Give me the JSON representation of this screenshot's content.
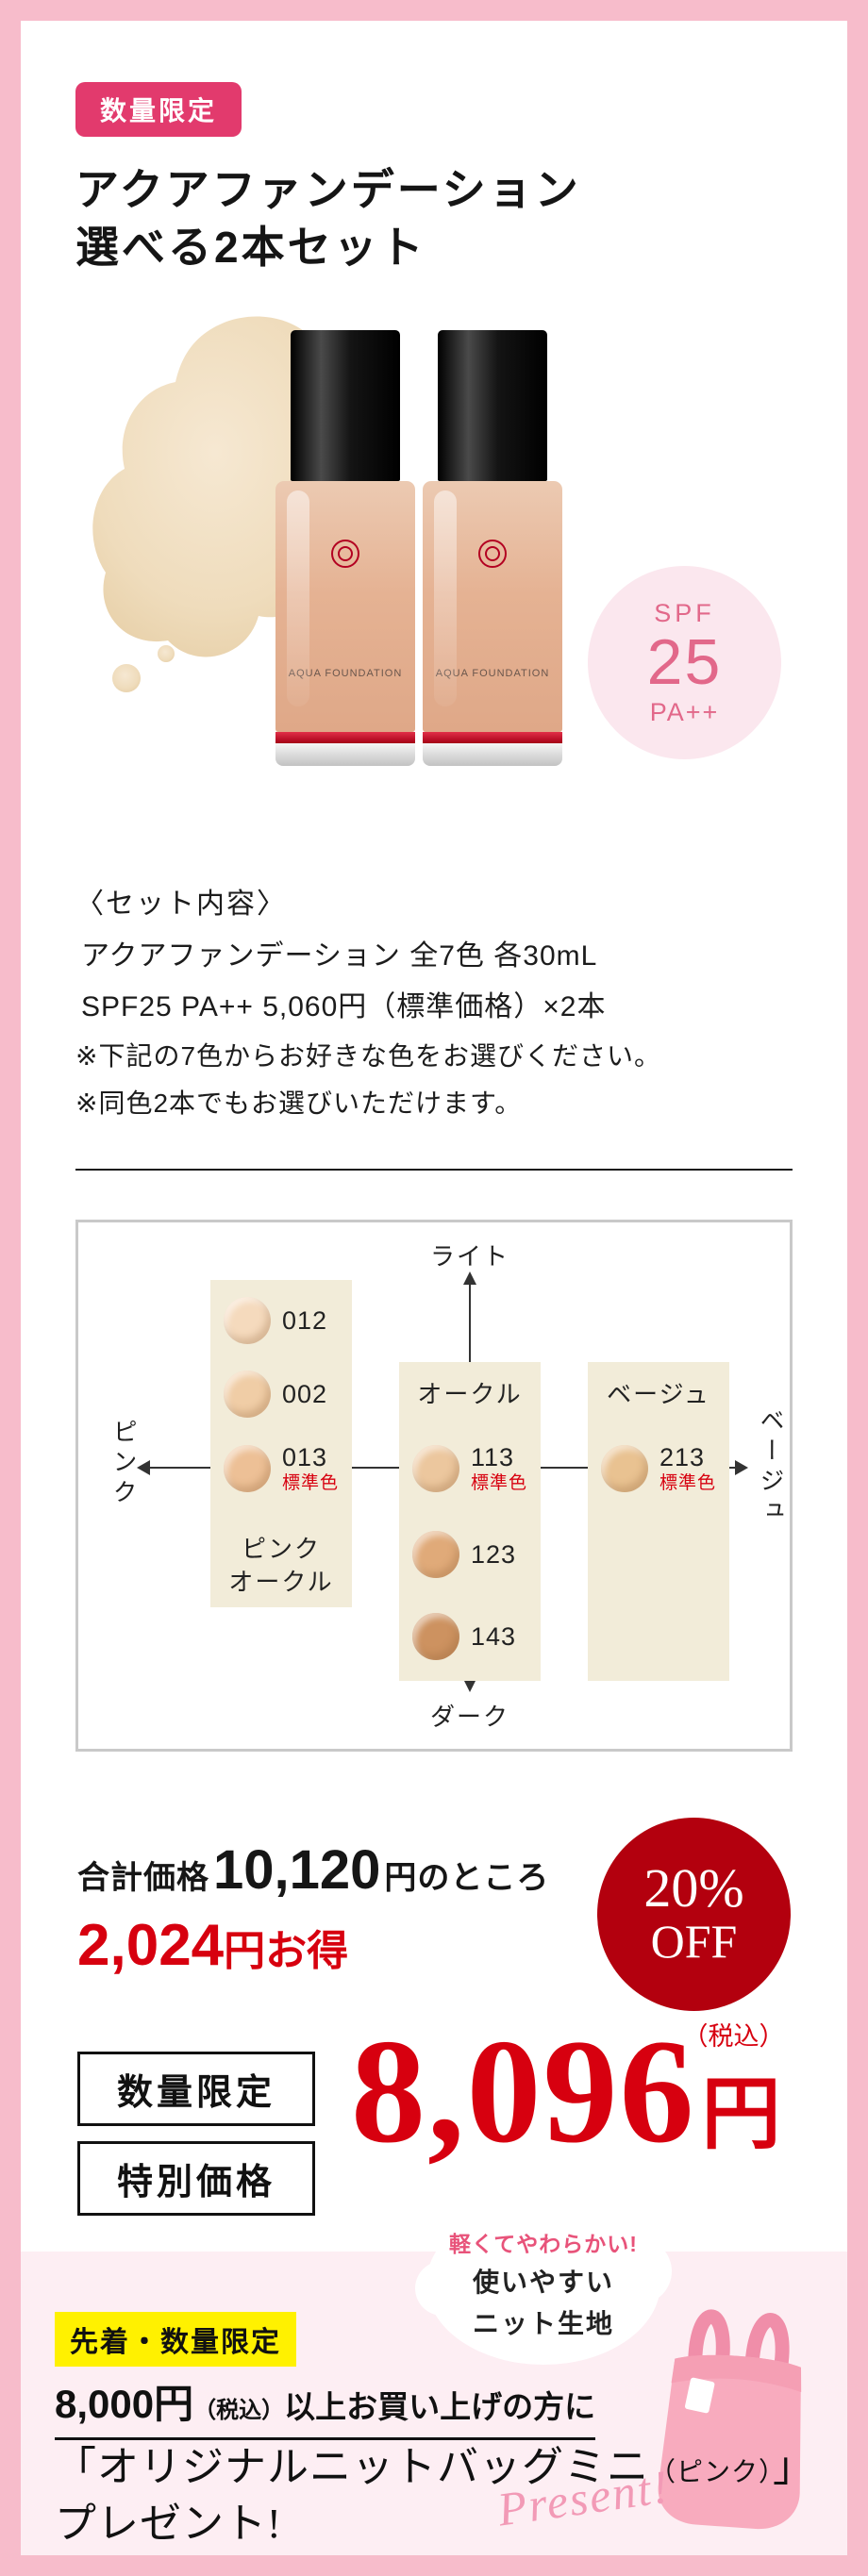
{
  "theme": {
    "frame_pink": "#f7bccb",
    "badge_pink": "#e23a6d",
    "price_red": "#d7000f",
    "discount_red": "#b3000e",
    "beige_panel": "#f2ecd9",
    "spf_circle_bg": "#fbe7ee",
    "spf_text_pink": "#e2688a",
    "gift_bg": "#fdeef3",
    "highlight_yellow": "#fff100",
    "bag_pink": "#f8abbe"
  },
  "header": {
    "limited_badge": "数量限定",
    "title_line1": "アクアファンデーション",
    "title_line2": "選べる2本セット"
  },
  "product": {
    "bottle_label": "AQUA FOUNDATION",
    "spf_top": "SPF",
    "spf_value": "25",
    "spf_pa": "PA++"
  },
  "set_contents": {
    "heading": "〈セット内容〉",
    "line1": "アクアファンデーション 全7色 各30mL",
    "line2": "SPF25 PA++ 5,060円（標準価格）×2本",
    "note1": "※下記の7色からお好きな色をお選びください。",
    "note2": "※同色2本でもお選びいただけます。"
  },
  "color_chart": {
    "axis_top": "ライト",
    "axis_bottom": "ダーク",
    "axis_left": "ピンク",
    "axis_right": "ベージュ",
    "standard_label": "標準色",
    "groups": [
      {
        "footer": "ピンク\nオークル",
        "swatches": [
          {
            "code": "012",
            "color": "#f5dabd",
            "standard": false
          },
          {
            "code": "002",
            "color": "#f0cda6",
            "standard": false
          },
          {
            "code": "013",
            "color": "#edc096",
            "standard": true
          }
        ]
      },
      {
        "header": "オークル",
        "swatches": [
          {
            "code": "113",
            "color": "#ecc79e",
            "standard": true
          },
          {
            "code": "123",
            "color": "#e0aa79",
            "standard": false
          },
          {
            "code": "143",
            "color": "#cd9260",
            "standard": false
          }
        ]
      },
      {
        "header": "ベージュ",
        "swatches": [
          {
            "code": "213",
            "color": "#e9c291",
            "standard": true
          }
        ]
      }
    ]
  },
  "pricing": {
    "total_prefix": "合計価格",
    "total_amount": "10,120",
    "total_suffix": "円のところ",
    "save_amount": "2,024",
    "save_suffix": "円お得",
    "off_percent": "20%",
    "off_label": "OFF",
    "badge1": "数量限定",
    "badge2": "特別価格",
    "price": "8,096",
    "price_unit": "円",
    "tax_note": "（税込）"
  },
  "gift": {
    "badge": "先着・数量限定",
    "condition_amount": "8,000円",
    "condition_tax": "（税込）",
    "condition_rest": "以上お買い上げの方に",
    "item_open": "「",
    "item_name": "オリジナルニットバッグミニ",
    "item_paren": "（ピンク）",
    "item_close": "」",
    "item_line2": "プレゼント!",
    "bubble_line1": "軽くてやわらかい!",
    "bubble_line2": "使いやすい",
    "bubble_line3": "ニット生地",
    "script_text": "Present!"
  }
}
